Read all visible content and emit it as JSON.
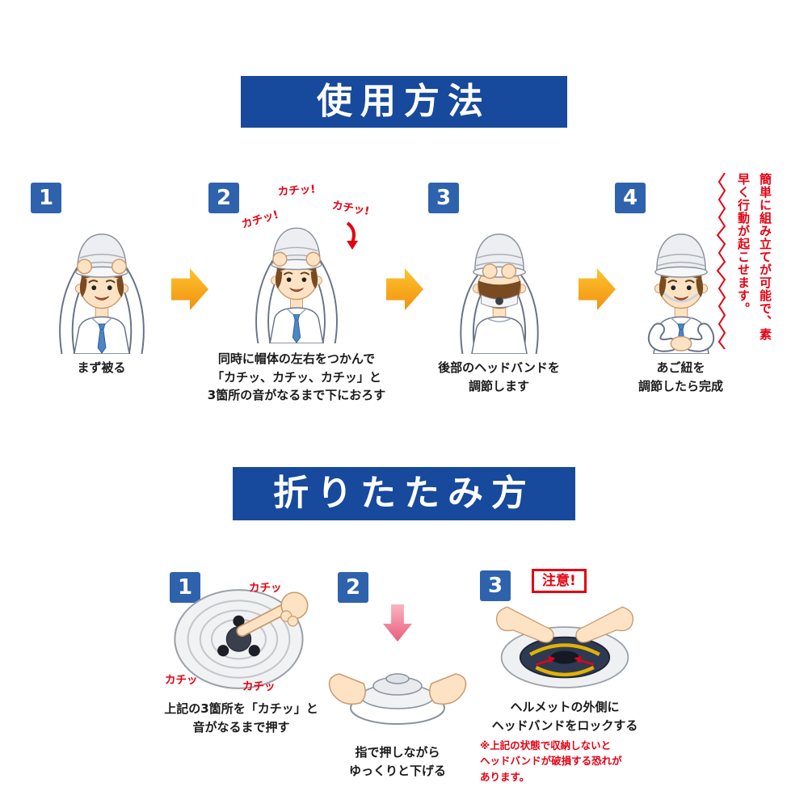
{
  "usage": {
    "title": "使用方法",
    "steps": [
      {
        "num": "1",
        "caption": "まず被る"
      },
      {
        "num": "2",
        "caption": "同時に帽体の左右をつかんで\n「カチッ、カチッ、カチッ」と\n3箇所の音がなるまで下におろす",
        "sfx": [
          "カチッ!",
          "カチッ!",
          "カチッ!"
        ]
      },
      {
        "num": "3",
        "caption": "後部のヘッドバンドを\n調節します"
      },
      {
        "num": "4",
        "caption": "あご紐を\n調節したら完成"
      }
    ],
    "bubble": "簡単に組み立てが可能で、素早く行動が起こせます。"
  },
  "fold": {
    "title": "折りたたみ方",
    "steps": [
      {
        "num": "1",
        "caption": "上記の3箇所を「カチッ」と\n音がなるまで押す",
        "sfx": [
          "カチッ",
          "カチッ",
          "カチッ"
        ]
      },
      {
        "num": "2",
        "caption": "指で押しながら\nゆっくりと下げる"
      },
      {
        "num": "3",
        "badge": "注意!",
        "caption": "ヘルメットの外側に\nヘッドバンドをロックする",
        "note": "※上記の状態で収納しないと\nヘッドバンドが破損する恐れが\nあります。"
      }
    ]
  },
  "colors": {
    "banner_blue": "#17499c",
    "number_blue": "#2e62ad",
    "arrow_orange": "#f29111",
    "alert_red": "#e60012"
  }
}
